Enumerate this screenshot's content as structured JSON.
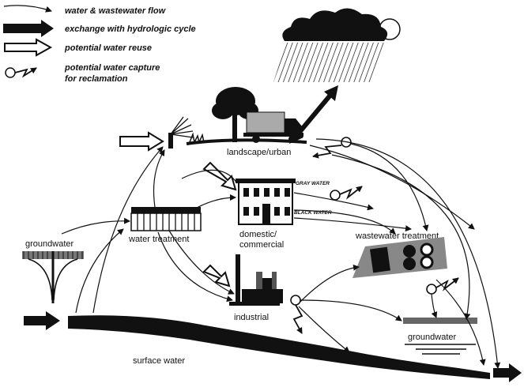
{
  "legend": {
    "flow": "water & wastewater flow",
    "exchange": "exchange with hydrologic cycle",
    "reuse": "potential water reuse",
    "capture_line1": "potential water capture",
    "capture_line2": "for reclamation"
  },
  "labels": {
    "landscape": "landscape/urban",
    "water_treatment": "water treatment",
    "groundwater_left": "groundwater",
    "domestic_line1": "domestic/",
    "domestic_line2": "commercial",
    "gray_water": "GRAY WATER",
    "black_water": "BLACK WATER",
    "wastewater_treatment": "wastewater treatment",
    "industrial": "industrial",
    "groundwater_right": "groundwater",
    "surface_water": "surface water"
  },
  "colors": {
    "ink": "#111111",
    "background": "#ffffff"
  }
}
